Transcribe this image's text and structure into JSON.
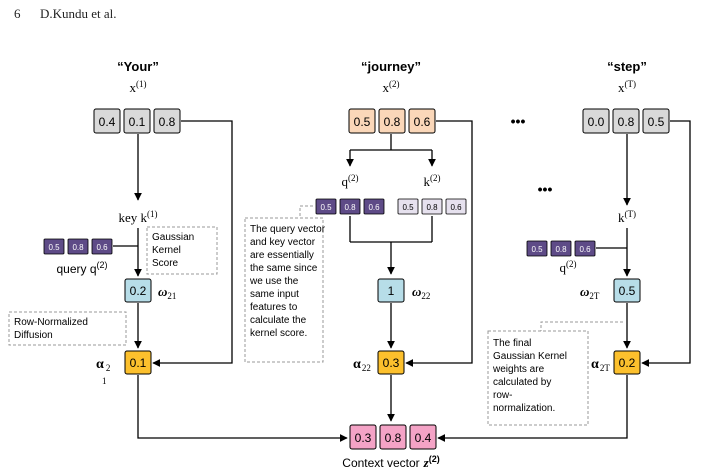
{
  "header": {
    "page_number": "6",
    "running_title": "D.Kundu et al."
  },
  "tokens": [
    {
      "word": "“Your”",
      "x_label": "x",
      "x_sup": "(1)",
      "values": [
        "0.4",
        "0.1",
        "0.8"
      ]
    },
    {
      "word": "“journey”",
      "x_label": "x",
      "x_sup": "(2)",
      "values": [
        "0.5",
        "0.8",
        "0.6"
      ]
    },
    {
      "word": "“step”",
      "x_label": "x",
      "x_sup": "(T)",
      "values": [
        "0.0",
        "0.8",
        "0.5"
      ]
    }
  ],
  "ellipsis": "•••",
  "left": {
    "key_text": "key k",
    "key_sup": "(1)",
    "query_values": [
      "0.5",
      "0.8",
      "0.6"
    ],
    "query_text": "query q",
    "query_sup": "(2)",
    "kernel_note": [
      "Gaussian",
      "Kernel",
      "Score"
    ],
    "omega_value": "0.2",
    "omega_symbol": "ω",
    "omega_sub": "21",
    "diffusion_note": [
      "Row-Normalized",
      "Diffusion"
    ],
    "alpha_value": "0.1",
    "alpha_symbol": "α",
    "alpha_sub_a": "2",
    "alpha_sub_b": "1"
  },
  "middle": {
    "q_text": "q",
    "q_sup": "(2)",
    "k_text": "k",
    "k_sup": "(2)",
    "query_values": [
      "0.5",
      "0.8",
      "0.6"
    ],
    "key_values": [
      "0.5",
      "0.8",
      "0.6"
    ],
    "note": [
      "The query vector",
      "and key vector",
      "are essentially",
      "the same since",
      "we use the",
      "same input",
      "features to",
      "calculate the",
      "kernel score."
    ],
    "omega_value": "1",
    "omega_symbol": "ω",
    "omega_sub": "22",
    "alpha_value": "0.3",
    "alpha_symbol": "α",
    "alpha_sub": "22"
  },
  "right": {
    "k_text": "k",
    "k_sup": "(T)",
    "query_values": [
      "0.5",
      "0.8",
      "0.6"
    ],
    "q_text": "q",
    "q_sup": "(2)",
    "omega_value": "0.5",
    "omega_symbol": "ω",
    "omega_sub": "2T",
    "note": [
      "The final",
      "Gaussian Kernel",
      "weights are",
      "calculated by",
      "row-",
      "normalization."
    ],
    "alpha_value": "0.2",
    "alpha_symbol": "α",
    "alpha_sub": "2T"
  },
  "context": {
    "values": [
      "0.3",
      "0.8",
      "0.4"
    ],
    "label": "Context vector",
    "symbol": "z",
    "sup": "(2)"
  },
  "colors": {
    "gray": "#d9d9d9",
    "orange": "#fad7b9",
    "purple_dark": "#5e4b87",
    "purple_light": "#e6e1ee",
    "teal": "#b7dde8",
    "amber": "#fcc02d",
    "pink": "#f4a3c6"
  }
}
